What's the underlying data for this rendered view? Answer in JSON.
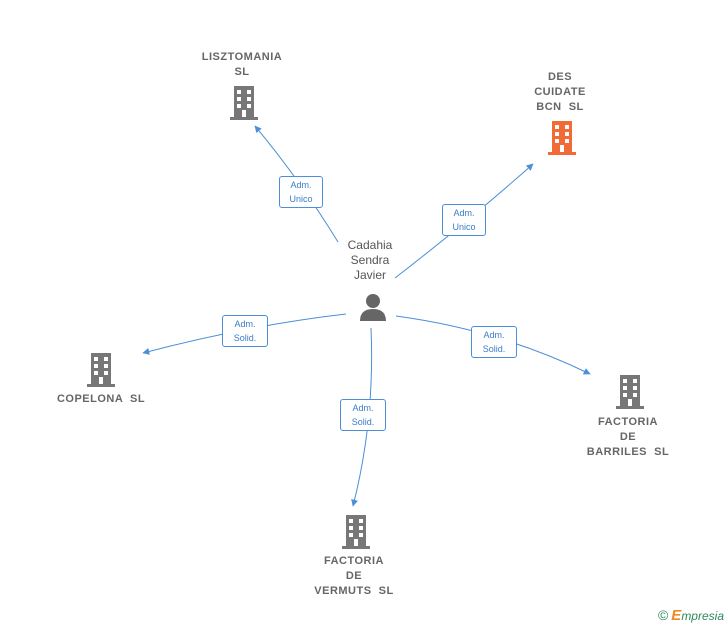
{
  "colors": {
    "company": "#777777",
    "company_highlight": "#f26a35",
    "edge": "#4a8fd8",
    "person": "#666666"
  },
  "person": {
    "lines": [
      "Cadahia",
      "Sendra",
      "Javier"
    ],
    "icon": "person-icon"
  },
  "companies": {
    "lisztomania": {
      "lines": [
        "LISZTOMANIA",
        "SL"
      ],
      "icon": "building-icon"
    },
    "des_cuidate": {
      "lines": [
        "DES",
        "CUIDATE",
        "BCN  SL"
      ],
      "icon": "building-icon",
      "highlight": true
    },
    "copelona": {
      "lines": [
        "COPELONA  SL"
      ],
      "icon": "building-icon"
    },
    "factoria_barriles": {
      "lines": [
        "FACTORIA",
        "DE",
        "BARRILES  SL"
      ],
      "icon": "building-icon"
    },
    "factoria_vermuts": {
      "lines": [
        "FACTORIA",
        "DE",
        "VERMUTS  SL"
      ],
      "icon": "building-icon"
    }
  },
  "relations": {
    "lisztomania": [
      "Adm.",
      "Unico"
    ],
    "des_cuidate": [
      "Adm.",
      "Unico"
    ],
    "copelona": [
      "Adm.",
      "Solid."
    ],
    "factoria_barriles": [
      "Adm.",
      "Solid."
    ],
    "factoria_vermuts": [
      "Adm.",
      "Solid."
    ]
  },
  "footer": {
    "copyright_symbol": "©",
    "brand_initial": "E",
    "brand_rest": "mpresia"
  }
}
